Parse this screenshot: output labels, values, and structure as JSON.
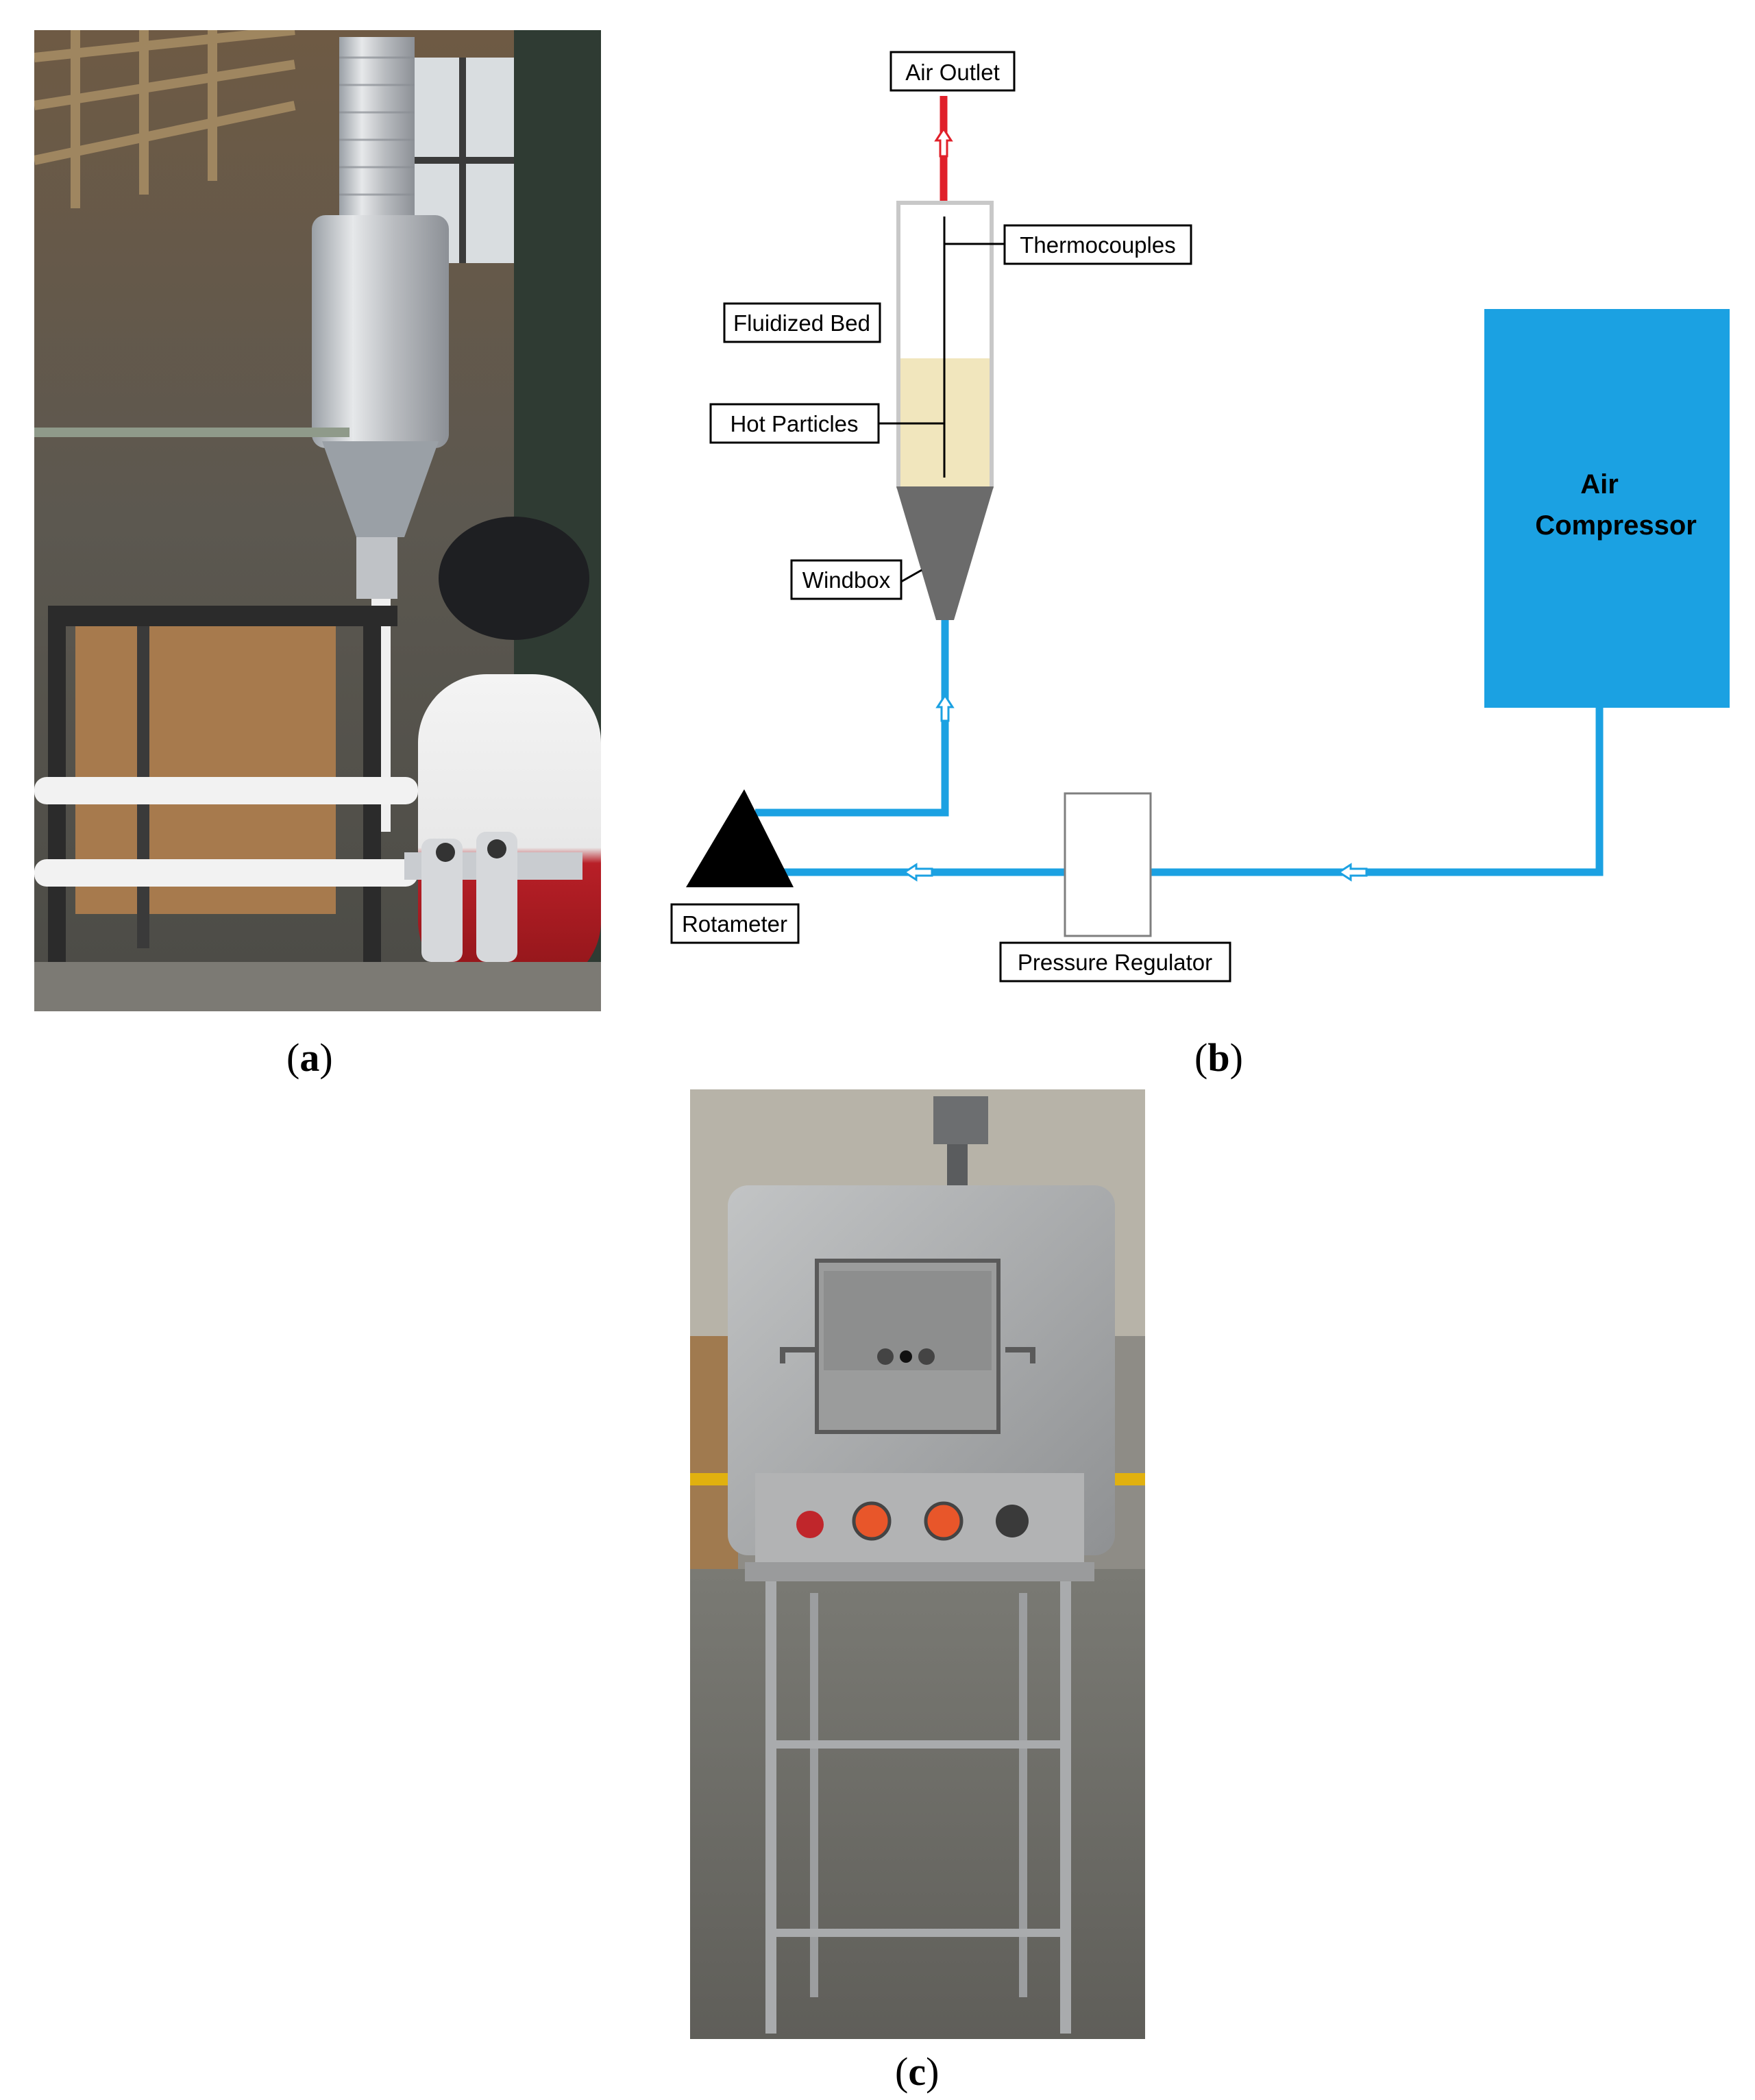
{
  "captions": {
    "a": "a",
    "b": "b",
    "c": "c"
  },
  "diagram": {
    "labels": {
      "air_outlet": "Air Outlet",
      "thermocouples": "Thermocouples",
      "fluidized_bed": "Fluidized Bed",
      "hot_particles": "Hot Particles",
      "windbox": "Windbox",
      "air_compressor_line1": "Air",
      "air_compressor_line2": "Compressor",
      "rotameter": "Rotameter",
      "pressure_regulator": "Pressure Regulator"
    },
    "colors": {
      "pipe": "#1ba1e2",
      "outlet": "#e0202a",
      "compressor": "#1ba1e2",
      "particles": "#f1e6bd",
      "windbox": "#6b6b6b",
      "column": "#c8c8c8"
    }
  },
  "photos": {
    "a": "photo-fluidized-bed-rig",
    "c": "photo-electric-furnace"
  }
}
